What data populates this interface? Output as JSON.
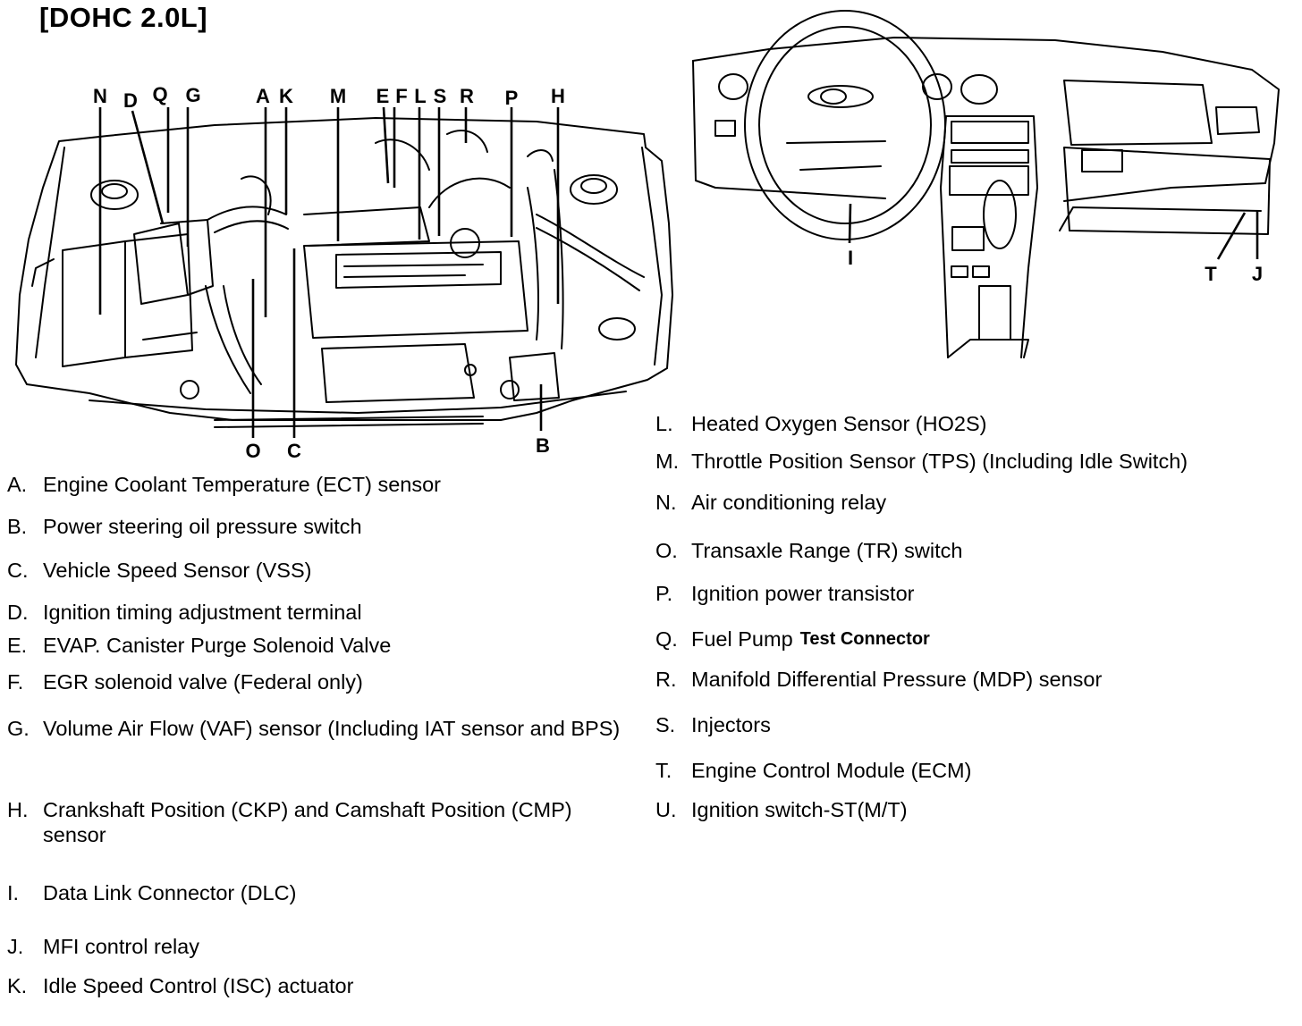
{
  "title": "[DOHC 2.0L]",
  "engine_callouts": [
    "N",
    "D",
    "Q",
    "G",
    "A",
    "K",
    "M",
    "E",
    "F",
    "L",
    "S",
    "R",
    "P",
    "H",
    "O",
    "C",
    "B"
  ],
  "dash_callouts": [
    "I",
    "T",
    "J"
  ],
  "legend_left": [
    {
      "key": "A.",
      "text": "Engine Coolant Temperature (ECT) sensor"
    },
    {
      "key": "B.",
      "text": "Power steering oil pressure switch"
    },
    {
      "key": "C.",
      "text": "Vehicle Speed Sensor (VSS)"
    },
    {
      "key": "D.",
      "text": "Ignition timing adjustment terminal"
    },
    {
      "key": "E.",
      "text": "EVAP. Canister Purge Solenoid Valve"
    },
    {
      "key": "F.",
      "text": "EGR solenoid valve (Federal only)"
    },
    {
      "key": "G.",
      "text": "Volume Air Flow (VAF) sensor (Including IAT sensor and BPS)"
    },
    {
      "key": "H.",
      "text": "Crankshaft Position (CKP) and Camshaft Position (CMP) sensor"
    },
    {
      "key": "I.",
      "text": "Data Link Connector (DLC)"
    },
    {
      "key": "J.",
      "text": "MFI control relay"
    },
    {
      "key": "K.",
      "text": "Idle Speed Control (ISC) actuator"
    }
  ],
  "legend_right": [
    {
      "key": "L.",
      "text": "Heated Oxygen Sensor (HO2S)"
    },
    {
      "key": "M.",
      "text": "Throttle Position Sensor (TPS) (Including Idle Switch)"
    },
    {
      "key": "N.",
      "text": "Air conditioning relay"
    },
    {
      "key": "O.",
      "text": "Transaxle Range (TR) switch"
    },
    {
      "key": "P.",
      "text": "Ignition power transistor"
    },
    {
      "key": "Q.",
      "text": "Fuel Pump",
      "suffix": "Test Connector"
    },
    {
      "key": "R.",
      "text": "Manifold Differential Pressure (MDP) sensor"
    },
    {
      "key": "S.",
      "text": "Injectors"
    },
    {
      "key": "T.",
      "text": "Engine Control Module (ECM)"
    },
    {
      "key": "U.",
      "text": "Ignition switch-ST(M/T)"
    }
  ]
}
